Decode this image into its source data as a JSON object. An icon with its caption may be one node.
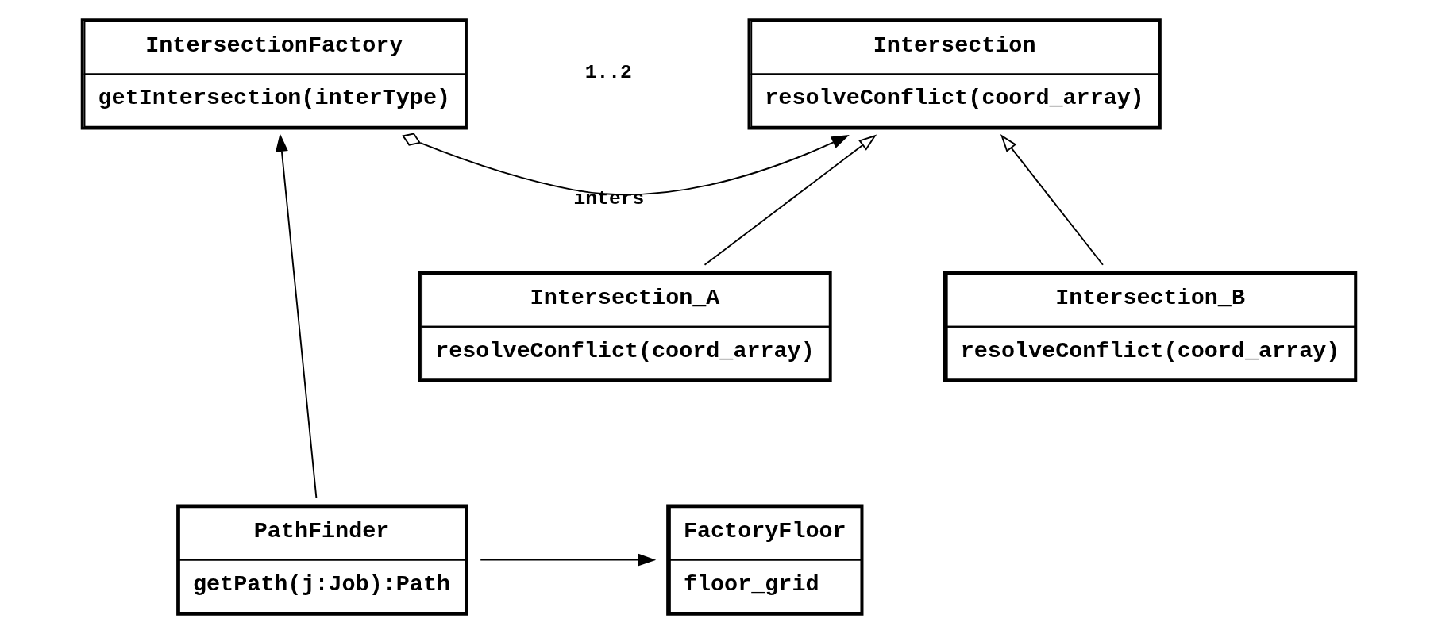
{
  "diagram": {
    "nodes": [
      {
        "text": [
          "IntersectionFactory",
          "getIntersection(interType)"
        ]
      },
      {
        "text": [
          "Intersection",
          "resolveConflict(coord_array)"
        ]
      },
      {
        "text": [
          "Intersection_A",
          "resolveConflict(coord_array)"
        ]
      },
      {
        "text": [
          "Intersection_B",
          "resolveConflict(coord_array)"
        ]
      },
      {
        "text": [
          "PathFinder",
          "getPath(j:Job):Path"
        ]
      },
      {
        "text": [
          "FactoryFloor",
          "floor_grid"
        ]
      }
    ],
    "edges": [
      {
        "from": 0,
        "to": 1,
        "arrow": "to",
        "label": "inters"
      },
      {
        "from": 2,
        "to": 1,
        "arrow": "to"
      },
      {
        "from": 3,
        "to": 1,
        "arrow": "to"
      },
      {
        "from": 4,
        "to": 0,
        "arrow": "to"
      },
      {
        "from": 4,
        "to": 5,
        "arrow": "to"
      }
    ],
    "labels": [
      "1..2"
    ]
  }
}
